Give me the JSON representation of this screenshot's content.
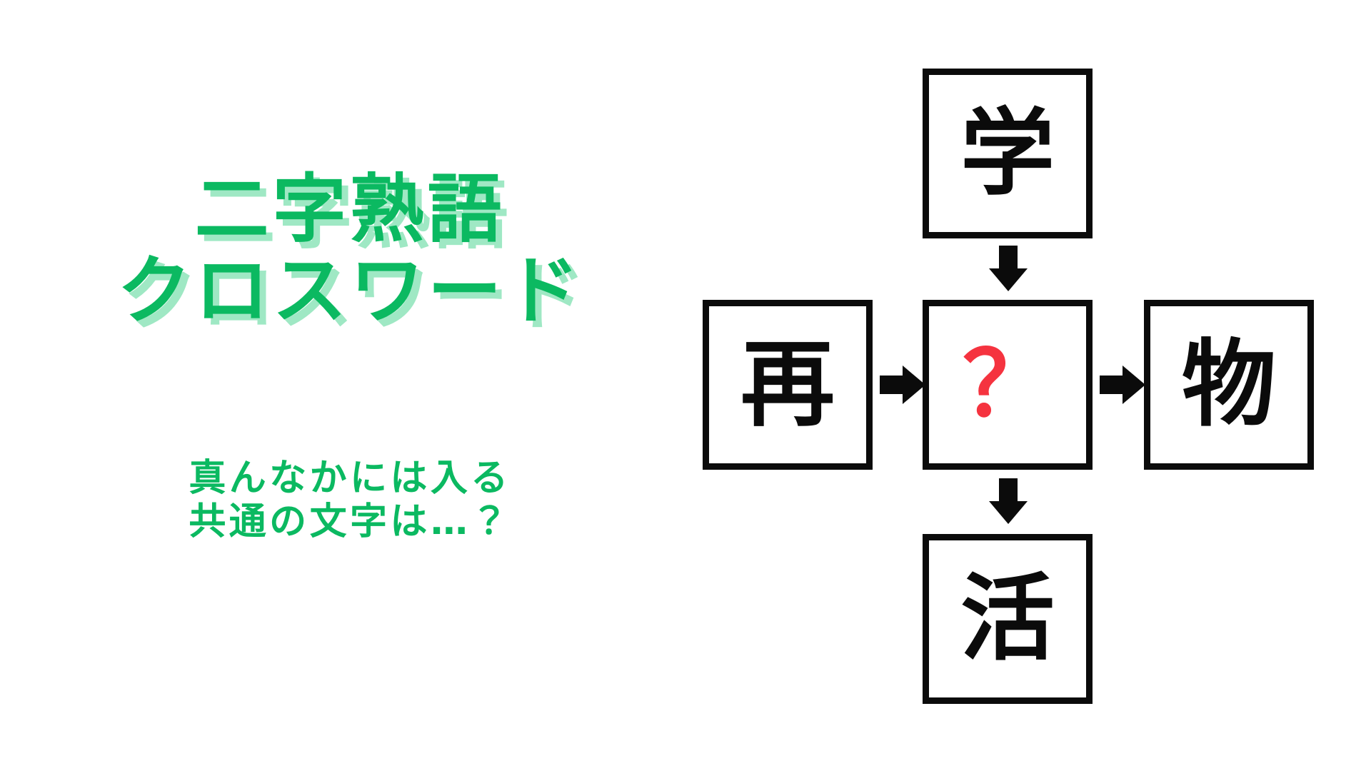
{
  "page": {
    "background_color": "#FFFFFF",
    "accent_green": "#0BB961",
    "accent_green_shadow": "#9FE8C4",
    "answer_red": "#F5333F",
    "ink_black": "#0B0B0B"
  },
  "title": {
    "line1": "二字熟語",
    "line2": "クロスワード"
  },
  "subtitle": {
    "line1": "真んなかには入る",
    "line2": "共通の文字は…？"
  },
  "puzzle": {
    "type": "kanji-crossword",
    "top": "学",
    "left": "再",
    "center": "？",
    "right": "物",
    "bottom": "活",
    "arrows": [
      {
        "name": "top-to-center",
        "direction": "down"
      },
      {
        "name": "left-to-center",
        "direction": "right"
      },
      {
        "name": "center-to-right",
        "direction": "right"
      },
      {
        "name": "center-to-bottom",
        "direction": "down"
      }
    ]
  }
}
